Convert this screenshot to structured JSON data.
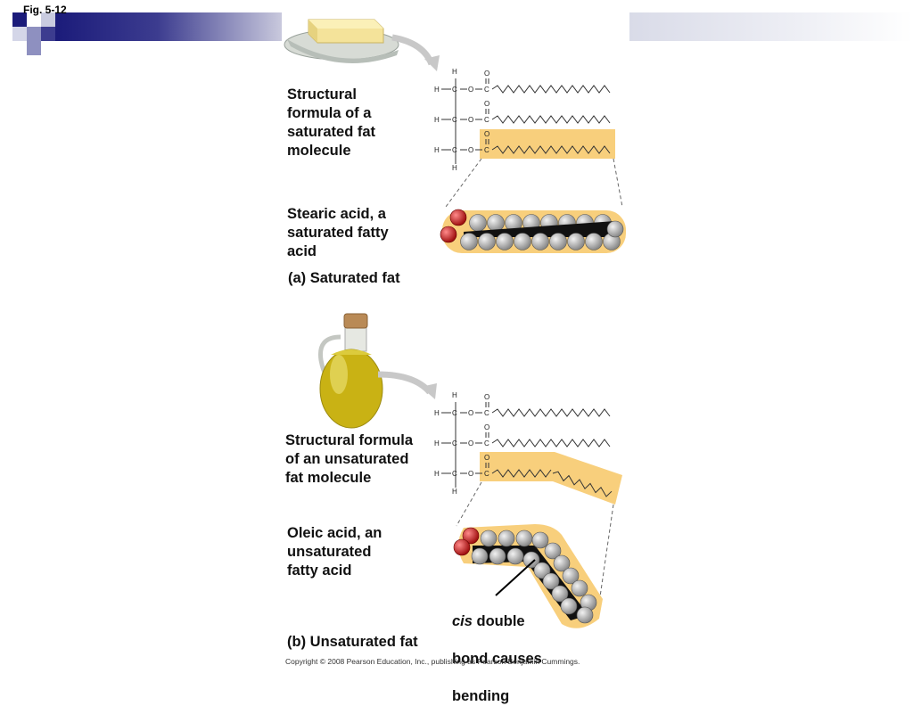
{
  "header": {
    "fig_label": "Fig. 5-12",
    "accent_dark": "#1b1b7a",
    "accent_light": "#c9c9dd"
  },
  "panel_a": {
    "structural_label": "Structural\nformula of a\nsaturated fat\nmolecule",
    "acid_label": "Stearic acid, a\nsaturated fatty\nacid",
    "caption": "(a) Saturated fat",
    "image": "butter-dish-icon"
  },
  "panel_b": {
    "structural_label": "Structural formula\nof an unsaturated\nfat molecule",
    "acid_label": "Oleic acid, an\nunsaturated\nfatty acid",
    "caption": "(b) Unsaturated fat",
    "image": "oil-cruet-icon",
    "annotation_italic": "cis",
    "annotation_line1_rest": " double",
    "annotation_line2": "bond causes",
    "annotation_line3": "bending"
  },
  "formula": {
    "H": "H",
    "C": "C",
    "O": "O"
  },
  "colors": {
    "highlight": "#f8cf7c",
    "oxygen": "#cc2222",
    "carbon_hydrogen": "#a9a9a9",
    "arrow": "#c8c8c8"
  },
  "footer": {
    "copyright": "Copyright © 2008 Pearson Education, Inc., publishing as Pearson Benjamin Cummings."
  }
}
